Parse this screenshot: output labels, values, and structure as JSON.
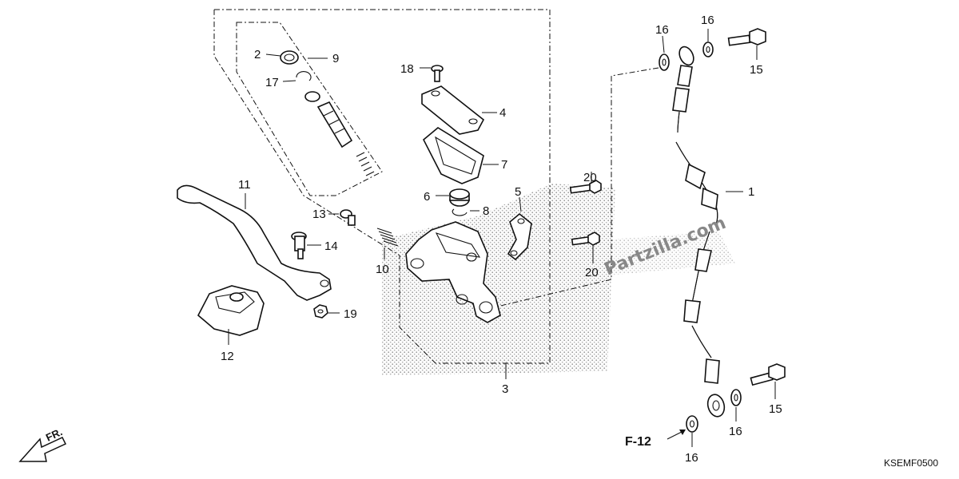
{
  "diagram_code": "KSEMF0500",
  "watermark": "Partzilla.com",
  "direction_label": "FR.",
  "reference_label": "F-12",
  "callouts": {
    "c1": "1",
    "c2": "2",
    "c3": "3",
    "c4": "4",
    "c5": "5",
    "c6": "6",
    "c7": "7",
    "c8": "8",
    "c9": "9",
    "c10": "10",
    "c11": "11",
    "c12": "12",
    "c13": "13",
    "c14": "14",
    "c15a": "15",
    "c15b": "15",
    "c16a": "16",
    "c16b": "16",
    "c16c": "16",
    "c16d": "16",
    "c17": "17",
    "c18": "18",
    "c19": "19",
    "c20a": "20",
    "c20b": "20"
  }
}
